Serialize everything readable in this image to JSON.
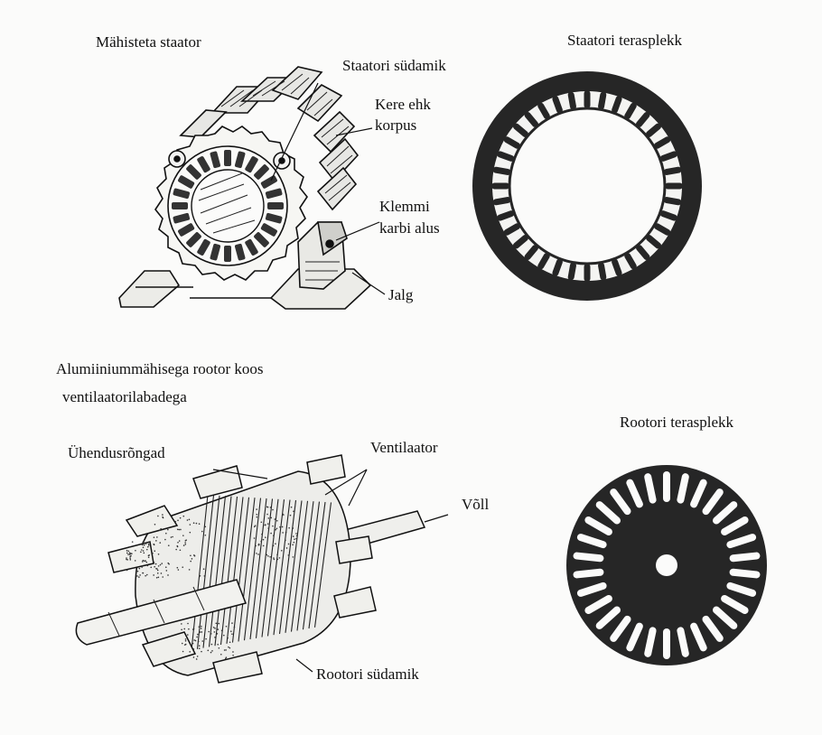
{
  "labels": {
    "wound_stator": "Mähisteta staator",
    "stator_core": "Staatori südamik",
    "housing_line1": "Kere ehk",
    "housing_line2": "korpus",
    "terminal_line1": "Klemmi",
    "terminal_line2": "karbi alus",
    "foot": "Jalg",
    "stator_lamination": "Staatori terasplekk",
    "rotor_title_line1": "Alumiiniummähisega rootor koos",
    "rotor_title_line2": "ventilaatorilabadega",
    "rotor_lamination": "Rootori terasplekk",
    "end_rings": "Ühendusrõngad",
    "fan": "Ventilaator",
    "shaft": "Võll",
    "rotor_core": "Rootori südamik"
  },
  "colors": {
    "ink": "#111111",
    "steel_dark": "#262626",
    "paper": "#fbfbfa"
  }
}
